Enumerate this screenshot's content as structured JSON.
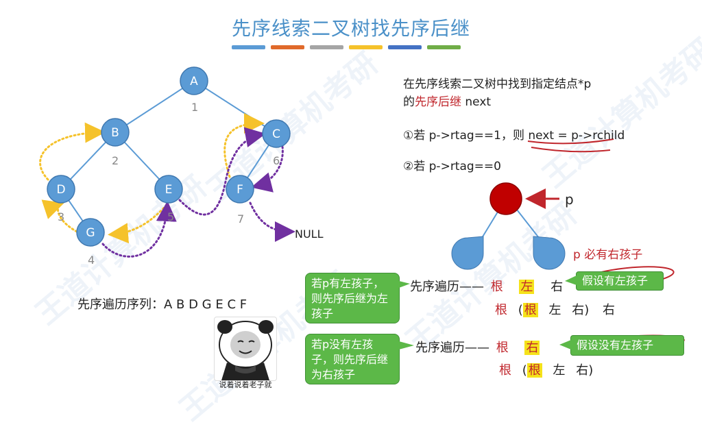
{
  "title": "先序线索二叉树找先序后继",
  "title_bar_colors": [
    "#5b9bd5",
    "#e06a2b",
    "#a5a5a5",
    "#f5c22b",
    "#4472c4",
    "#70ad47"
  ],
  "tree": {
    "nodes": [
      {
        "id": "A",
        "label": "A",
        "order": "1"
      },
      {
        "id": "B",
        "label": "B",
        "order": "2"
      },
      {
        "id": "C",
        "label": "C",
        "order": "6"
      },
      {
        "id": "D",
        "label": "D",
        "order": "3"
      },
      {
        "id": "E",
        "label": "E",
        "order": "5"
      },
      {
        "id": "F",
        "label": "F",
        "order": "7"
      },
      {
        "id": "G",
        "label": "G",
        "order": "4"
      }
    ],
    "null_label": "NULL",
    "thread_colors": {
      "pred": "#f5c22b",
      "succ": "#7030a0"
    },
    "node_color": "#5b9bd5"
  },
  "preorder_seq": "先序遍历序列：A B D G E C F",
  "desc": {
    "line1": "在先序线索二叉树中找到指定结点*p",
    "line2_pre": "的",
    "line2_red": "先序后继",
    "line2_post": " next"
  },
  "case1": {
    "prefix": "①若 p->rtag==1，则 ",
    "expr": "next = p->rchild"
  },
  "case2": {
    "text": "②若 p->rtag==0"
  },
  "diagram": {
    "p_label": "p",
    "must_right": "p 必有右孩子",
    "root_color": "#c00000",
    "child_color": "#5b9bd5"
  },
  "rows": {
    "r1": {
      "label": "先序遍历——",
      "gen": "根",
      "left": "左",
      "right": "右"
    },
    "r1b": {
      "gen": "根",
      "lp": "(",
      "gen2": "根",
      "left": "左",
      "right": "右)",
      "right2": "右"
    },
    "r2": {
      "label": "先序遍历——",
      "gen": "根",
      "right": "右"
    },
    "r2b": {
      "gen": "根",
      "lp": "(",
      "gen2": "根",
      "left": "左",
      "right": "右)"
    }
  },
  "callouts": {
    "left1": "若p有左孩子，则先序后继为左孩子",
    "left2": "若p没有左孩子，则先序后继为右孩子",
    "right1": "假设有左孩子",
    "right2": "假设没有左孩子"
  },
  "meme_caption": "说着说着老子就",
  "watermark": "王道计算机考研"
}
